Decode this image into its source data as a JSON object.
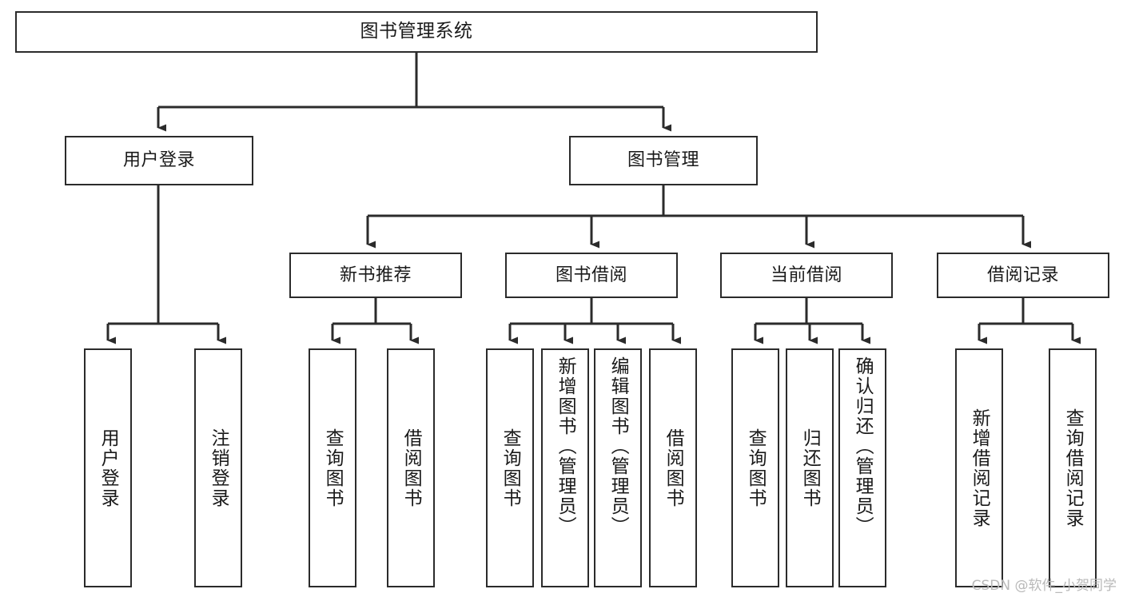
{
  "diagram": {
    "type": "tree",
    "title": "图书管理系统",
    "watermark": "CSDN @软件_小贺同学",
    "colors": {
      "stroke": "#2b2b2b",
      "fill": "#ffffff",
      "text": "#1a1a1a",
      "watermark": "#b9b9b9"
    },
    "nodes": {
      "root": {
        "label": "图书管理系统"
      },
      "level2": [
        {
          "id": "user-login",
          "label": "用户登录"
        },
        {
          "id": "book-manage",
          "label": "图书管理"
        }
      ],
      "level3": [
        {
          "id": "new-book-recommend",
          "label": "新书推荐"
        },
        {
          "id": "book-borrow",
          "label": "图书借阅"
        },
        {
          "id": "current-borrow",
          "label": "当前借阅"
        },
        {
          "id": "borrow-record",
          "label": "借阅记录"
        }
      ],
      "leaves": {
        "user_login": [
          {
            "id": "leaf-user-login",
            "label": "用户登录"
          },
          {
            "id": "leaf-logout-login",
            "label": "注销登录"
          }
        ],
        "new_book_recommend": [
          {
            "id": "leaf-query-book-1",
            "label": "查询图书"
          },
          {
            "id": "leaf-borrow-book-1",
            "label": "借阅图书"
          }
        ],
        "book_borrow": [
          {
            "id": "leaf-query-book-2",
            "label": "查询图书"
          },
          {
            "id": "leaf-add-book-admin",
            "label": "新增图书（管理员）"
          },
          {
            "id": "leaf-edit-book-admin",
            "label": "编辑图书（管理员）"
          },
          {
            "id": "leaf-borrow-book-2",
            "label": "借阅图书"
          }
        ],
        "current_borrow": [
          {
            "id": "leaf-query-book-3",
            "label": "查询图书"
          },
          {
            "id": "leaf-return-book",
            "label": "归还图书"
          },
          {
            "id": "leaf-confirm-return-admin",
            "label": "确认归还（管理员）"
          }
        ],
        "borrow_record": [
          {
            "id": "leaf-add-borrow-record",
            "label": "新增借阅记录"
          },
          {
            "id": "leaf-query-borrow-record",
            "label": "查询借阅记录"
          }
        ]
      }
    }
  }
}
